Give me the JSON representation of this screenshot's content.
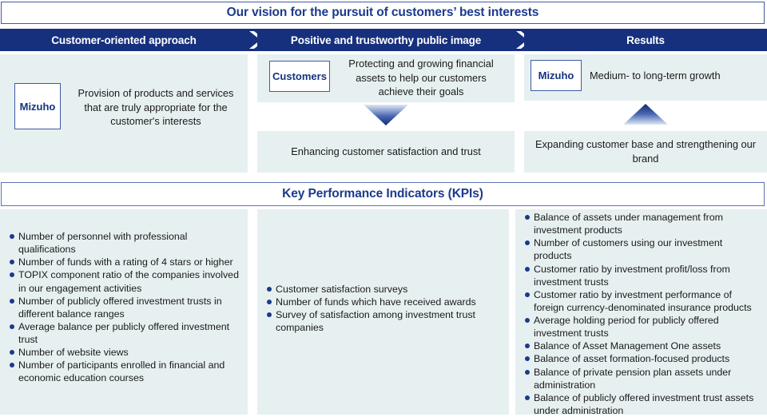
{
  "vision": {
    "title": "Our vision for the pursuit of customers’ best interests"
  },
  "band": {
    "stage1": "Customer-oriented approach",
    "stage2": "Positive and trustworthy public image",
    "stage3": "Results",
    "chevron_icon": "chevron-right-icon"
  },
  "colors": {
    "navy": "#16307e",
    "title_blue": "#1b3a8c",
    "panel_bg": "#e7f0f0",
    "border_blue": "#3f5ba4",
    "bullet": "#1b3a8c"
  },
  "column1": {
    "badge_label": "Mizuho",
    "text": "Provision of products and services that are truly appropriate for the customer's interests"
  },
  "column2": {
    "badge_label": "Customers",
    "top_text": "Protecting and growing financial assets to help our customers achieve their goals",
    "arrow_icon": "triangle-down-icon",
    "bottom_text": "Enhancing customer satisfaction and trust"
  },
  "column3": {
    "badge_label": "Mizuho",
    "top_text": "Medium- to long-term growth",
    "arrow_icon": "triangle-up-icon",
    "bottom_text": "Expanding customer base and strengthening our brand"
  },
  "kpi": {
    "title": "Key Performance Indicators (KPIs)",
    "column1": [
      "Number of personnel with professional qualifications",
      "Number of funds with a rating of 4 stars or higher",
      "TOPIX component ratio of the companies involved in our engagement activities",
      "Number of publicly offered investment trusts in different balance ranges",
      "Average balance per publicly offered investment trust",
      "Number of website views",
      "Number of participants enrolled in financial and economic education courses"
    ],
    "column2": [
      "Customer satisfaction surveys",
      "Number of funds which have received awards",
      "Survey of satisfaction among investment trust companies"
    ],
    "column3": [
      "Balance of assets under management from investment products",
      "Number of customers using our investment products",
      "Customer ratio by investment profit/loss from investment trusts",
      "Customer ratio by investment performance of foreign currency-denominated insurance products",
      "Average holding period for publicly offered investment trusts",
      "Balance of Asset Management One assets",
      "Balance of asset formation-focused products",
      "Balance of private pension plan assets under administration",
      "Balance of publicly offered investment trust assets under administration"
    ]
  }
}
